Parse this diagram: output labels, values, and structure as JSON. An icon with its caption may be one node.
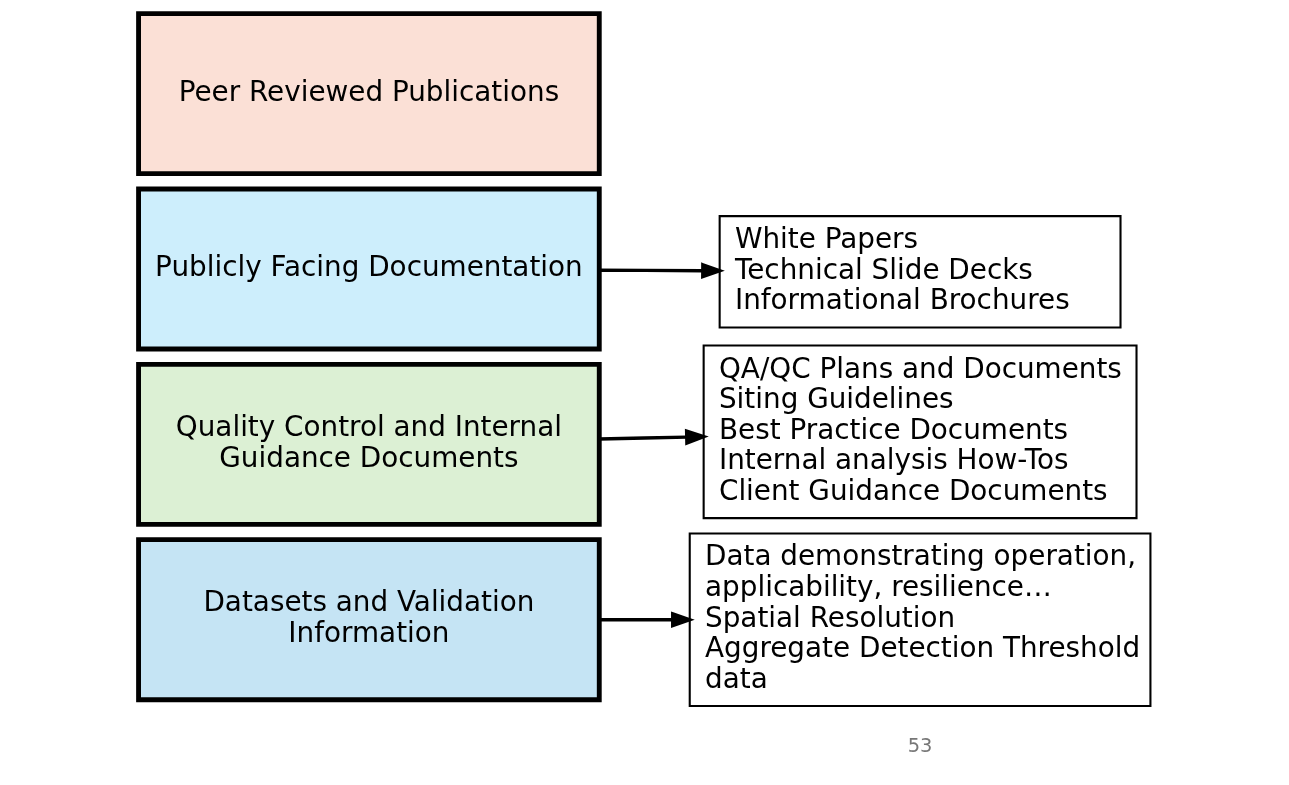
{
  "diagram": {
    "nodes": [
      {
        "text": [
          "Peer Reviewed Publications"
        ]
      },
      {
        "text": [
          "Publicly Facing Documentation"
        ]
      },
      {
        "text": [
          "Quality Control and Internal Guidance Documents"
        ]
      },
      {
        "text": [
          "Datasets and Validation Information"
        ]
      },
      {
        "text": [
          "White Papers",
          "Technical Slide Decks",
          "Informational Brochures"
        ]
      },
      {
        "text": [
          "QA/QC Plans and Documents",
          "Siting Guidelines",
          "Best Practice Documents",
          "Internal analysis How-Tos",
          "Client Guidance Documents"
        ]
      },
      {
        "text": [
          "Data demonstrating operation, applicability, resilience…",
          "Spatial Resolution",
          "Aggregate Detection Threshold data"
        ]
      }
    ],
    "edges": [
      {
        "from": 1,
        "to": 4,
        "arrow": "to"
      },
      {
        "from": 2,
        "to": 5,
        "arrow": "to"
      },
      {
        "from": 3,
        "to": 6,
        "arrow": "to"
      }
    ],
    "labels": [
      "53"
    ]
  }
}
